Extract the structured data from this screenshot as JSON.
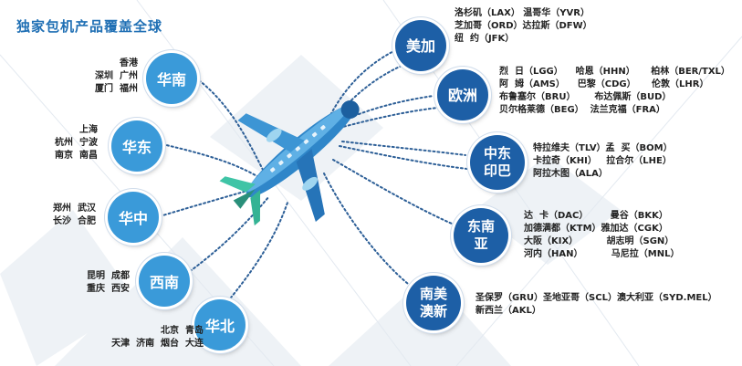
{
  "title": "独家包机产品覆盖全球",
  "domestic": [
    {
      "name": "华南",
      "cities": [
        "香港",
        "深圳  广州",
        "厦门  福州"
      ]
    },
    {
      "name": "华东",
      "cities": [
        "上海",
        "杭州  宁波",
        "南京  南昌"
      ]
    },
    {
      "name": "华中",
      "cities": [
        "郑州  武汉",
        "长沙  合肥"
      ]
    },
    {
      "name": "西南",
      "cities": [
        "昆明  成都",
        "重庆  西安"
      ]
    },
    {
      "name": "华北",
      "cities": [
        "北京  青岛",
        "天津  济南  烟台  大连"
      ]
    }
  ],
  "international": [
    {
      "name": "美加",
      "cities": [
        "洛杉矶（LAX） 温哥华（YVR）",
        "芝加哥（ORD）达拉斯（DFW）",
        "纽  约（JFK）"
      ]
    },
    {
      "name": "欧洲",
      "cities": [
        "烈  日（LGG）    哈恩（HHN）     柏林（BER/TXL）",
        "阿  姆（AMS）    巴黎（CDG）     伦敦（LHR）",
        "布鲁塞尔（BRU）      布达佩斯（BUD）",
        "贝尔格莱德（BEG）  法兰克福（FRA）"
      ]
    },
    {
      "name": "中东印巴",
      "cities": [
        "特拉维夫（TLV）孟  买（BOM）",
        "卡拉奇（KHI）   拉合尔（LHE）",
        "阿拉木图（ALA）"
      ]
    },
    {
      "name": "东南亚",
      "cities": [
        "达  卡（DAC）       曼谷（BKK）",
        "加德满都（KTM）雅加达（CGK）",
        "大阪（KIX）         胡志明（SGN）",
        "河内（HAN）         马尼拉（MNL）"
      ]
    },
    {
      "name": "南美澳新",
      "cities": [
        "圣保罗（GRU）圣地亚哥（SCL）澳大利亚（SYD.MEL）",
        "新西兰（AKL）"
      ]
    }
  ]
}
